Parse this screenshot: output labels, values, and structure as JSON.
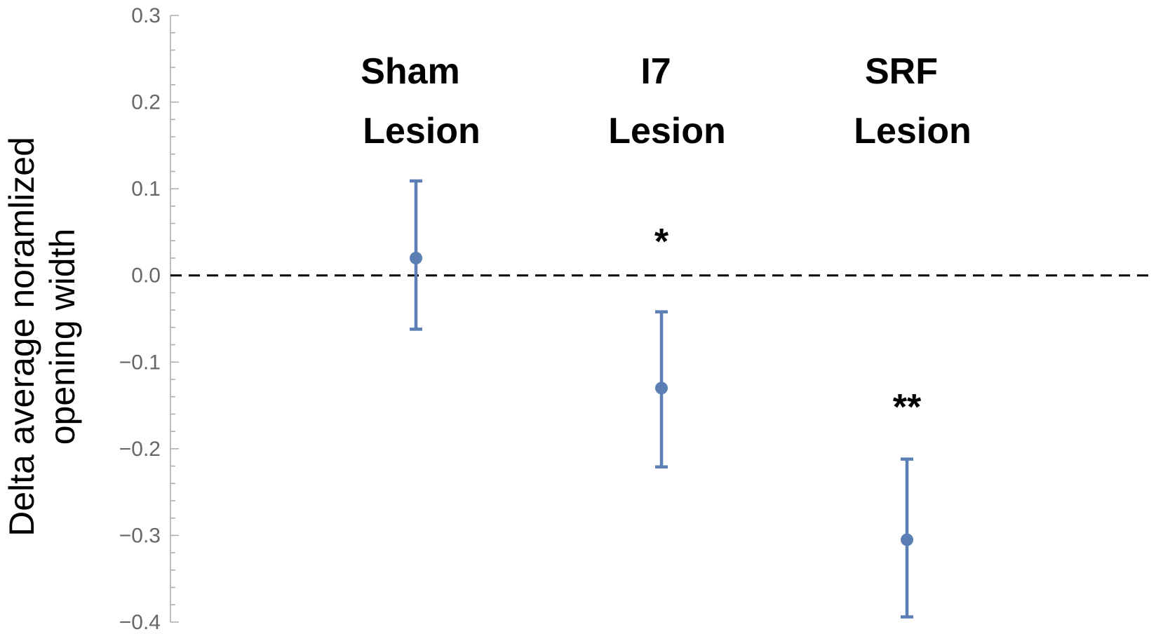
{
  "chart_data": {
    "type": "scatter",
    "title": "",
    "ylabel_lines": [
      "Delta average noramlized",
      "opening width"
    ],
    "ylim": [
      -0.4,
      0.3
    ],
    "yticks": [
      {
        "value": 0.3,
        "label": "0.3"
      },
      {
        "value": 0.2,
        "label": "0.2"
      },
      {
        "value": 0.1,
        "label": "0.1"
      },
      {
        "value": 0.0,
        "label": "0.0"
      },
      {
        "value": -0.1,
        "label": "−0.1"
      },
      {
        "value": -0.2,
        "label": "−0.2"
      },
      {
        "value": -0.3,
        "label": "−0.3"
      },
      {
        "value": -0.4,
        "label": "−0.4"
      }
    ],
    "reference_line": {
      "y": 0.0,
      "style": "dashed",
      "color": "#000000"
    },
    "series_color": "#5b7fb5",
    "groups": [
      {
        "label_lines": [
          "Sham",
          "Lesion"
        ],
        "mean": 0.02,
        "err_low": -0.062,
        "err_high": 0.109,
        "significance": ""
      },
      {
        "label_lines": [
          "I7",
          "Lesion"
        ],
        "mean": -0.13,
        "err_low": -0.221,
        "err_high": -0.042,
        "significance": "*"
      },
      {
        "label_lines": [
          "SRF",
          "Lesion"
        ],
        "mean": -0.305,
        "err_low": -0.394,
        "err_high": -0.212,
        "significance": "**"
      }
    ]
  }
}
